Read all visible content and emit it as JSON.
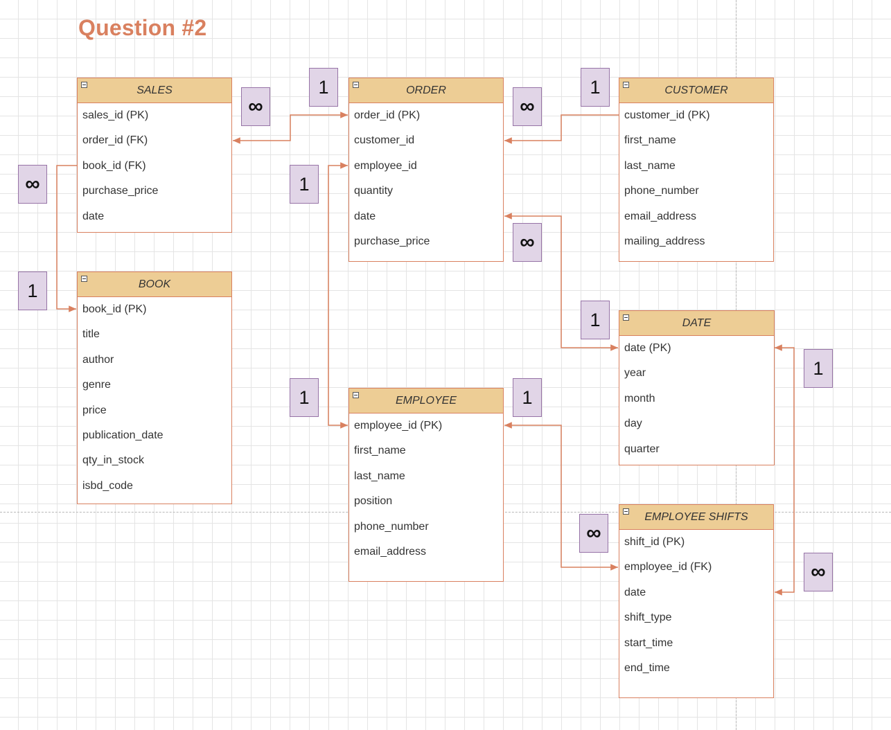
{
  "title": "Question #2",
  "entities": {
    "sales": {
      "name": "SALES",
      "fields": [
        "sales_id (PK)",
        "order_id (FK)",
        "book_id (FK)",
        "purchase_price",
        "date"
      ]
    },
    "order": {
      "name": "ORDER",
      "fields": [
        "order_id (PK)",
        "customer_id",
        "employee_id",
        "quantity",
        "date",
        "purchase_price"
      ]
    },
    "customer": {
      "name": "CUSTOMER",
      "fields": [
        "customer_id (PK)",
        "first_name",
        "last_name",
        "phone_number",
        "email_address",
        "mailing_address"
      ]
    },
    "book": {
      "name": "BOOK",
      "fields": [
        "book_id (PK)",
        "title",
        "author",
        "genre",
        "price",
        "publication_date",
        "qty_in_stock",
        "isbd_code"
      ]
    },
    "date": {
      "name": "DATE",
      "fields": [
        "date (PK)",
        "year",
        "month",
        "day",
        "quarter"
      ]
    },
    "employee": {
      "name": "EMPLOYEE",
      "fields": [
        "employee_id (PK)",
        "first_name",
        "last_name",
        "position",
        "phone_number",
        "email_address"
      ]
    },
    "employee_shifts": {
      "name": "EMPLOYEE SHIFTS",
      "fields": [
        "shift_id (PK)",
        "employee_id (FK)",
        "date",
        "shift_type",
        "start_time",
        "end_time"
      ]
    }
  },
  "cardinalities": {
    "sales_order_many": "∞",
    "sales_order_one": "1",
    "order_customer_many": "∞",
    "order_customer_one": "1",
    "sales_book_many": "∞",
    "sales_book_one": "1",
    "order_employee_one_top": "1",
    "order_date_many": "∞",
    "order_date_one": "1",
    "date_shifts_one": "1",
    "employee_left_one": "1",
    "employee_shifts_one": "1",
    "employee_shifts_many": "∞",
    "date_shifts_many": "∞"
  },
  "colors": {
    "entity_border": "#d9805f",
    "entity_header": "#edcd95",
    "cardinality_fill": "#e1d5e7",
    "cardinality_border": "#9673a6",
    "title": "#d9805f"
  }
}
